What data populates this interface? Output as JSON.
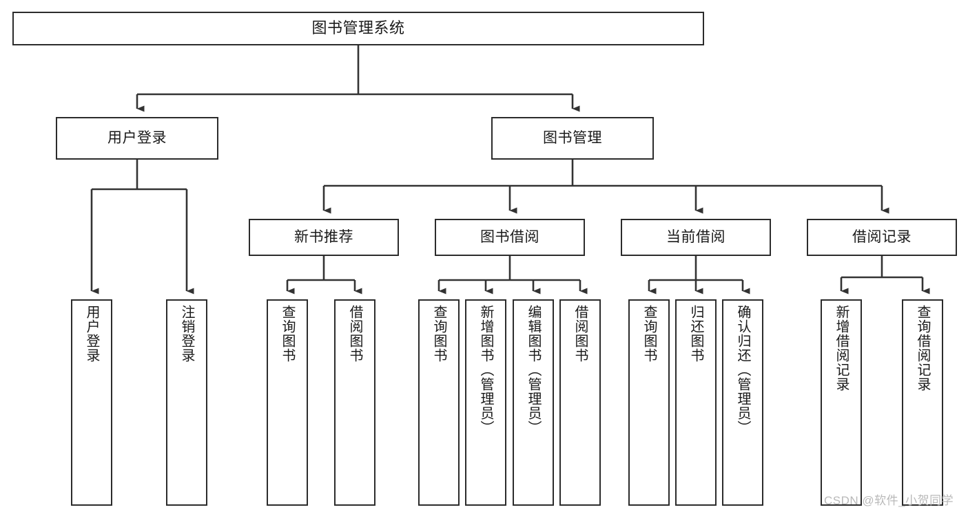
{
  "diagram": {
    "title": "图书管理系统",
    "type": "hierarchy-tree",
    "levels": 4,
    "nodes": {
      "root": {
        "label": "图书管理系统"
      },
      "level1": [
        {
          "id": "user-login",
          "label": "用户登录"
        },
        {
          "id": "book-management",
          "label": "图书管理"
        }
      ],
      "level2": [
        {
          "id": "new-book-recommend",
          "label": "新书推荐"
        },
        {
          "id": "book-borrow",
          "label": "图书借阅"
        },
        {
          "id": "current-borrow",
          "label": "当前借阅"
        },
        {
          "id": "borrow-record",
          "label": "借阅记录"
        }
      ],
      "leaves": {
        "user_login": [
          {
            "id": "leaf-user-login",
            "label": "用户登录"
          },
          {
            "id": "leaf-logout-login",
            "label": "注销登录"
          }
        ],
        "new_book_recommend": [
          {
            "id": "leaf-query-book-1",
            "label": "查询图书"
          },
          {
            "id": "leaf-borrow-book-1",
            "label": "借阅图书"
          }
        ],
        "book_borrow": [
          {
            "id": "leaf-query-book-2",
            "label": "查询图书"
          },
          {
            "id": "leaf-add-book",
            "label": "新增图书（管理员）"
          },
          {
            "id": "leaf-edit-book",
            "label": "编辑图书（管理员）"
          },
          {
            "id": "leaf-borrow-book-2",
            "label": "借阅图书"
          }
        ],
        "current_borrow": [
          {
            "id": "leaf-query-book-3",
            "label": "查询图书"
          },
          {
            "id": "leaf-return-book",
            "label": "归还图书"
          },
          {
            "id": "leaf-confirm-return",
            "label": "确认归还（管理员）"
          }
        ],
        "borrow_record": [
          {
            "id": "leaf-add-record",
            "label": "新增借阅记录"
          },
          {
            "id": "leaf-query-record",
            "label": "查询借阅记录"
          }
        ]
      }
    },
    "colors": {
      "box_border": "#2b2b2b",
      "box_fill": "#ffffff",
      "edge": "#333333",
      "text": "#1a1a1a",
      "background": "#ffffff",
      "watermark": "#b9b9b9"
    }
  },
  "watermark": {
    "text": "CSDN @软件_小贺同学"
  }
}
